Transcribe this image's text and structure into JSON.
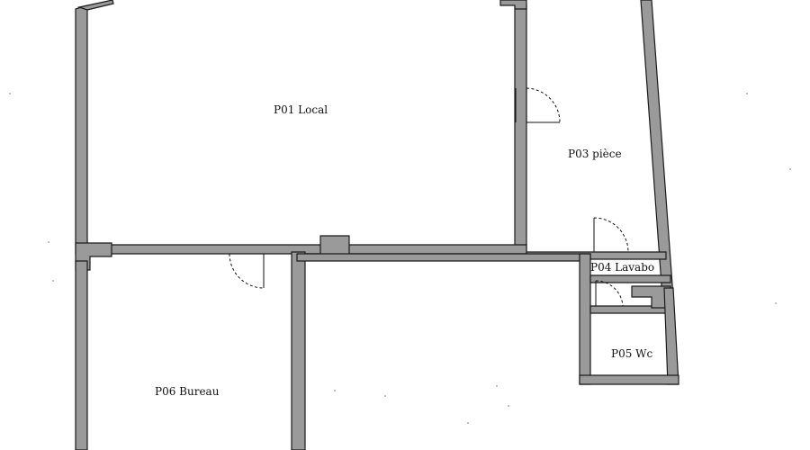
{
  "rooms": {
    "p01": "P01 Local",
    "p03": "P03 pièce",
    "p04": "P04 Lavabo",
    "p05": "P05 Wc",
    "p06": "P06 Bureau"
  },
  "colors": {
    "wall_fill": "#9a9a9a",
    "wall_outline": "#1a1a1a",
    "background": "#ffffff"
  }
}
